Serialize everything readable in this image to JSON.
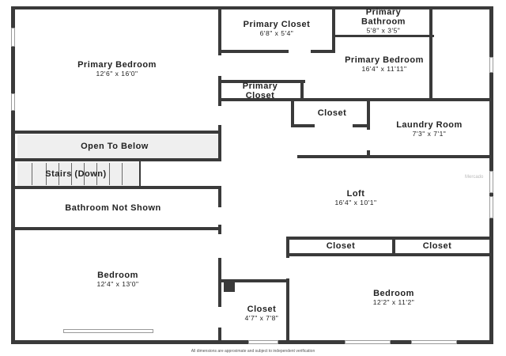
{
  "rooms": {
    "primary_bedroom_left": {
      "name": "Primary Bedroom",
      "dims": "12'6\" x 16'0\""
    },
    "primary_closet_top": {
      "name": "Primary Closet",
      "dims": "6'8\" x 5'4\""
    },
    "primary_bathroom": {
      "name": "Primary Bathroom",
      "dims": "5'8\" x 3'5\""
    },
    "primary_bedroom_right": {
      "name": "Primary Bedroom",
      "dims": "16'4\" x 11'11\""
    },
    "primary_closet_small": {
      "name": "Primary Closet"
    },
    "closet_mid": {
      "name": "Closet"
    },
    "laundry_room": {
      "name": "Laundry Room",
      "dims": "7'3\" x 7'1\""
    },
    "open_to_below": {
      "name": "Open To Below"
    },
    "stairs": {
      "name": "Stairs (Down)"
    },
    "bathroom_not_shown": {
      "name": "Bathroom Not Shown"
    },
    "loft": {
      "name": "Loft",
      "dims": "16'4\" x 10'1\""
    },
    "closet_right_1": {
      "name": "Closet"
    },
    "closet_right_2": {
      "name": "Closet"
    },
    "bedroom_left": {
      "name": "Bedroom",
      "dims": "12'4\" x 13'0\""
    },
    "closet_bottom": {
      "name": "Closet",
      "dims": "4'7\" x 7'8\""
    },
    "bedroom_right": {
      "name": "Bedroom",
      "dims": "12'2\" x 11'2\""
    }
  },
  "footer_note": "All dimensions are approximate and subject to independent verification",
  "watermark": "Mercado",
  "colors": {
    "wall": "#3a3a3a",
    "fill": "#efefef",
    "background": "#ffffff"
  }
}
